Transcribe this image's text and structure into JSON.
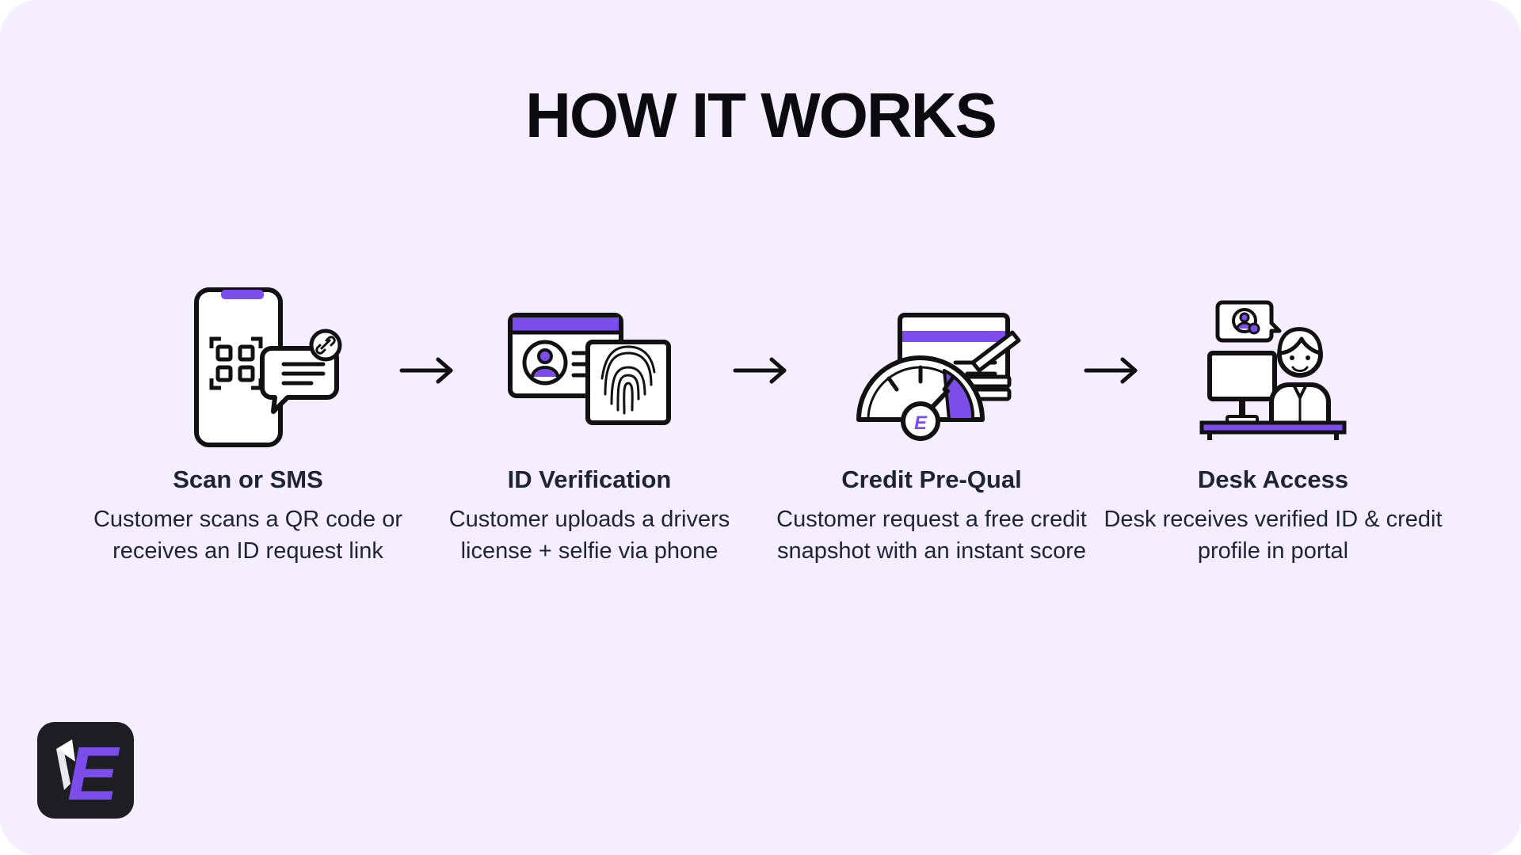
{
  "page": {
    "title": "HOW IT WORKS"
  },
  "colors": {
    "background": "#F4EEFE",
    "accent": "#7C4DEB",
    "ink": "#0b0b0f",
    "text": "#1f2433"
  },
  "steps": [
    {
      "title": "Scan or SMS",
      "description": "Customer scans a QR code or receives an ID request link",
      "icon": "phone-qr-message-icon"
    },
    {
      "title": "ID Verification",
      "description": "Customer uploads a drivers license + selfie via phone",
      "icon": "id-card-fingerprint-icon"
    },
    {
      "title": "Credit Pre-Qual",
      "description": "Customer request a free credit snapshot with an instant score",
      "icon": "credit-gauge-icon"
    },
    {
      "title": "Desk Access",
      "description": "Desk receives verified ID & credit profile in portal",
      "icon": "desk-agent-icon"
    }
  ],
  "logo": {
    "name": "brand-logo",
    "letter": "E"
  }
}
